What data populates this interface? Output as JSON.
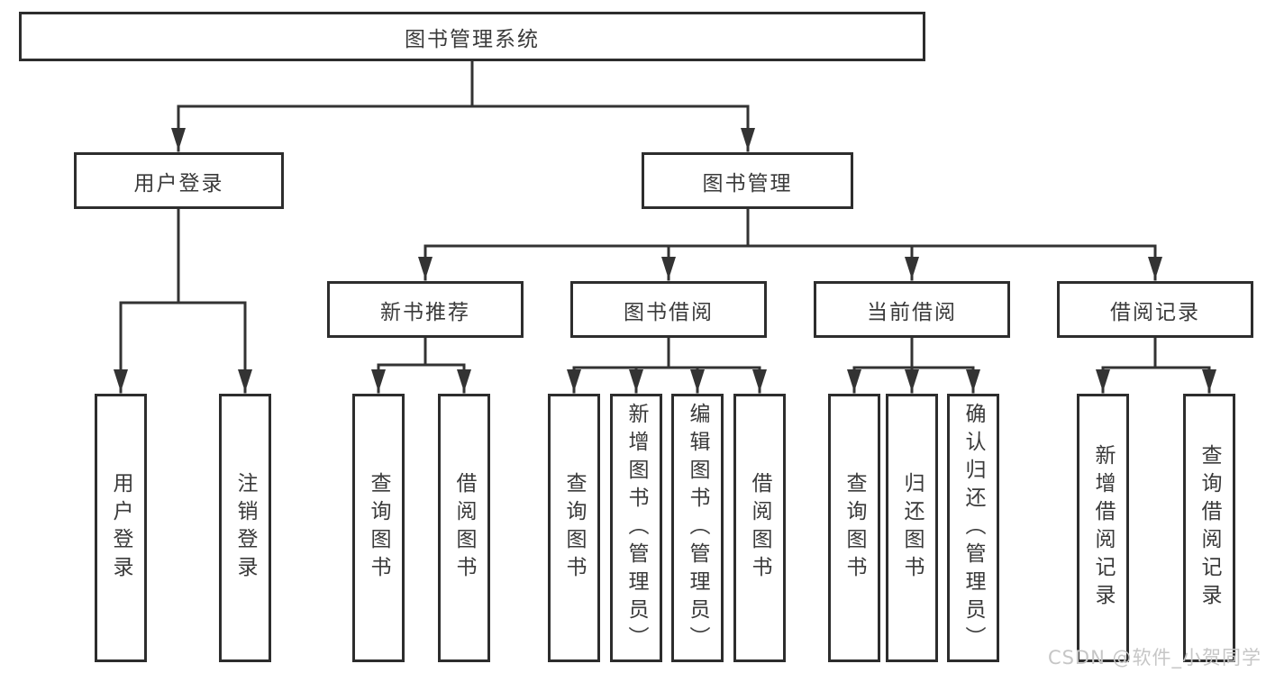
{
  "tree": {
    "root": {
      "label": "图书管理系统",
      "children": [
        {
          "label": "用户登录",
          "children": [
            {
              "label": "用户登录"
            },
            {
              "label": "注销登录"
            }
          ]
        },
        {
          "label": "图书管理",
          "children": [
            {
              "label": "新书推荐",
              "children": [
                {
                  "label": "查询图书"
                },
                {
                  "label": "借阅图书"
                }
              ]
            },
            {
              "label": "图书借阅",
              "children": [
                {
                  "label": "查询图书"
                },
                {
                  "label": "新增图书（管理员）"
                },
                {
                  "label": "编辑图书（管理员）"
                },
                {
                  "label": "借阅图书"
                }
              ]
            },
            {
              "label": "当前借阅",
              "children": [
                {
                  "label": "查询图书"
                },
                {
                  "label": "归还图书"
                },
                {
                  "label": "确认归还（管理员）"
                }
              ]
            },
            {
              "label": "借阅记录",
              "children": [
                {
                  "label": "新增借阅记录"
                },
                {
                  "label": "查询借阅记录"
                }
              ]
            }
          ]
        }
      ]
    }
  },
  "watermark": {
    "text": "CSDN @软件_小贺同学"
  },
  "colors": {
    "line": "#333333",
    "box_border": "#2d2d2d",
    "text": "#3a3a3a",
    "background": "#ffffff",
    "watermark": "#c6c6c6"
  }
}
